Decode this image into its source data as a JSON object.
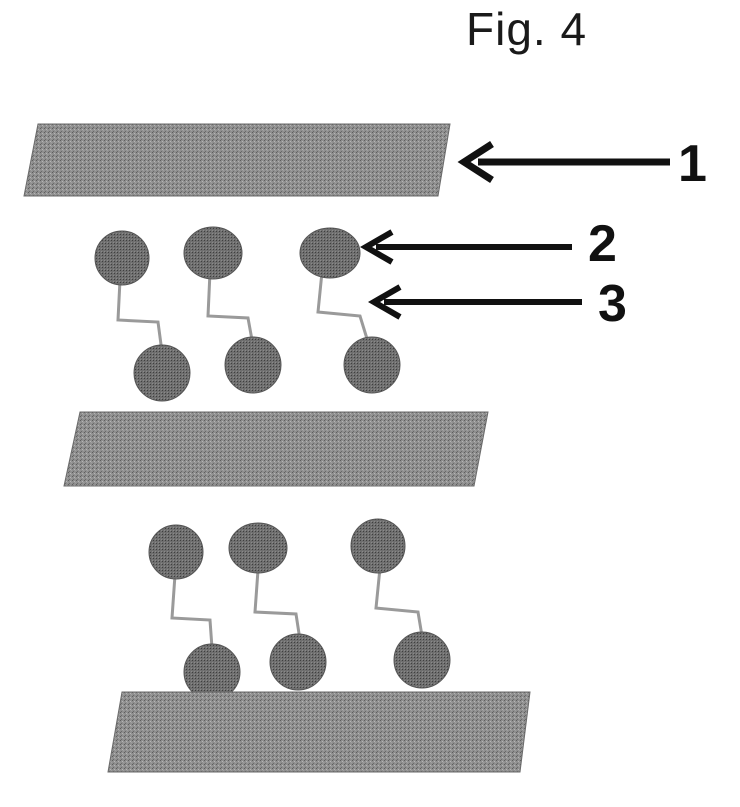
{
  "figure": {
    "title": "Fig. 4"
  },
  "callouts": [
    {
      "label": "1"
    },
    {
      "label": "2"
    },
    {
      "label": "3"
    }
  ],
  "colors": {
    "plate_fill": "#8f8f8f",
    "plate_dark": "#5e5e5e",
    "bead_fill": "#6f6f6f",
    "bead_dark": "#3f3f3f",
    "linker": "#9a9a9a",
    "ink": "#111111"
  }
}
